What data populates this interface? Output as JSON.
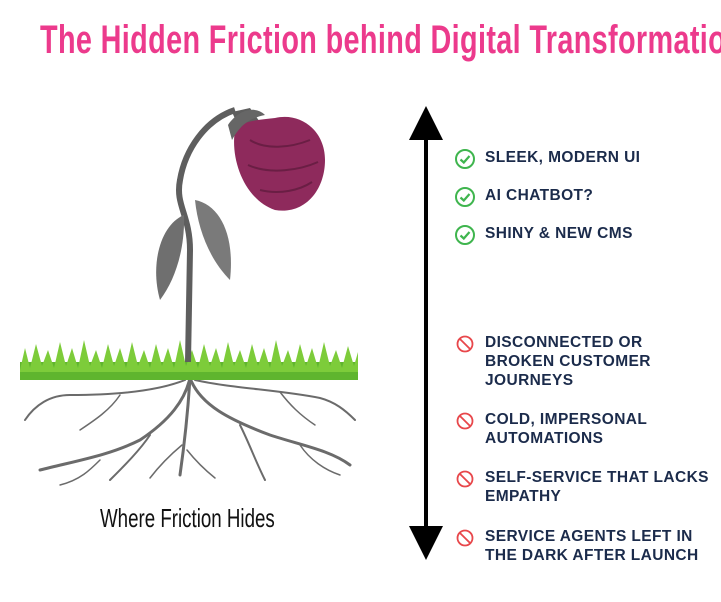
{
  "title": "The Hidden Friction behind Digital Transformation",
  "caption": "Where Friction Hides",
  "surface_items": [
    {
      "icon": "check-circle-icon",
      "label": "SLEEK, MODERN UI"
    },
    {
      "icon": "check-circle-icon",
      "label": "AI CHATBOT?"
    },
    {
      "icon": "check-circle-icon",
      "label": "SHINY & NEW CMS"
    }
  ],
  "hidden_items": [
    {
      "icon": "prohibited-icon",
      "label": "DISCONNECTED OR BROKEN CUSTOMER JOURNEYS"
    },
    {
      "icon": "prohibited-icon",
      "label": "COLD, IMPERSONAL AUTOMATIONS"
    },
    {
      "icon": "prohibited-icon",
      "label": "SELF-SERVICE THAT LACKS EMPATHY"
    },
    {
      "icon": "prohibited-icon",
      "label": "SERVICE AGENTS LEFT IN THE DARK AFTER LAUNCH"
    }
  ],
  "colors": {
    "title": "#ec3a8c",
    "text": "#1b2b4b",
    "check": "#3fb54e",
    "prohibited": "#e8474b",
    "flower": "#8e2a5c"
  }
}
